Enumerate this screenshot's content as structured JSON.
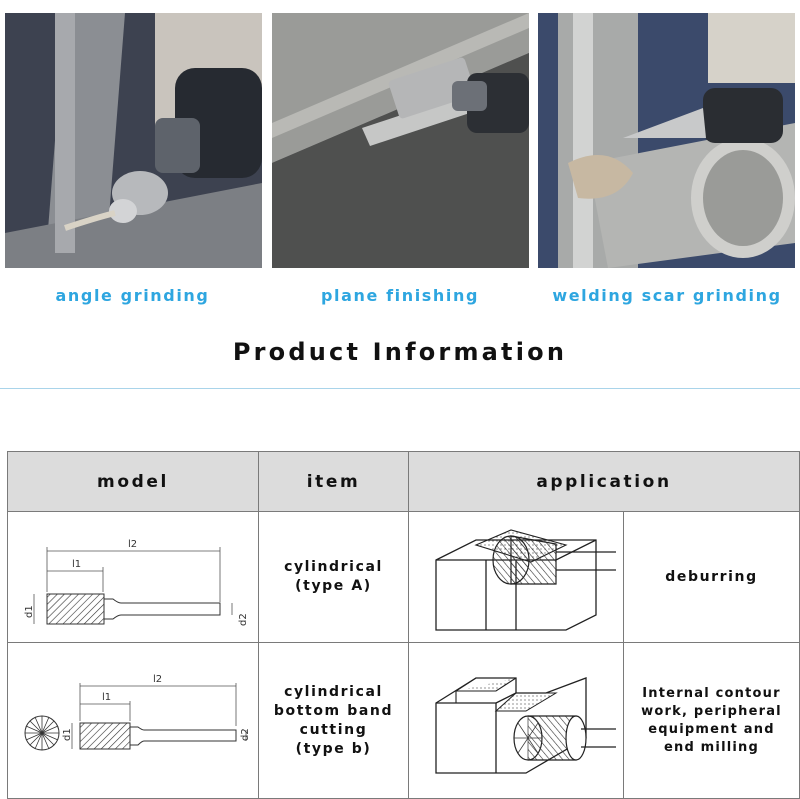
{
  "captions": [
    "angle grinding",
    "plane finishing",
    "welding scar grinding"
  ],
  "heading": "Product Information",
  "table": {
    "headers": {
      "model": "model",
      "item": "item",
      "application": "application"
    },
    "rows": [
      {
        "item_lines": [
          "cylindrical",
          "(type A)"
        ],
        "application_lines": [
          "deburring"
        ],
        "dim_labels": {
          "l2": "l2",
          "l1": "l1",
          "d1": "d1",
          "d2": "d2"
        }
      },
      {
        "item_lines": [
          "cylindrical",
          "bottom band",
          "cutting",
          "(type b)"
        ],
        "application_lines": [
          "Internal contour",
          "work, peripheral",
          "equipment and",
          "end milling"
        ],
        "dim_labels": {
          "l2": "l2",
          "l1": "l1",
          "d1": "d1",
          "d2": "d2"
        }
      }
    ]
  }
}
